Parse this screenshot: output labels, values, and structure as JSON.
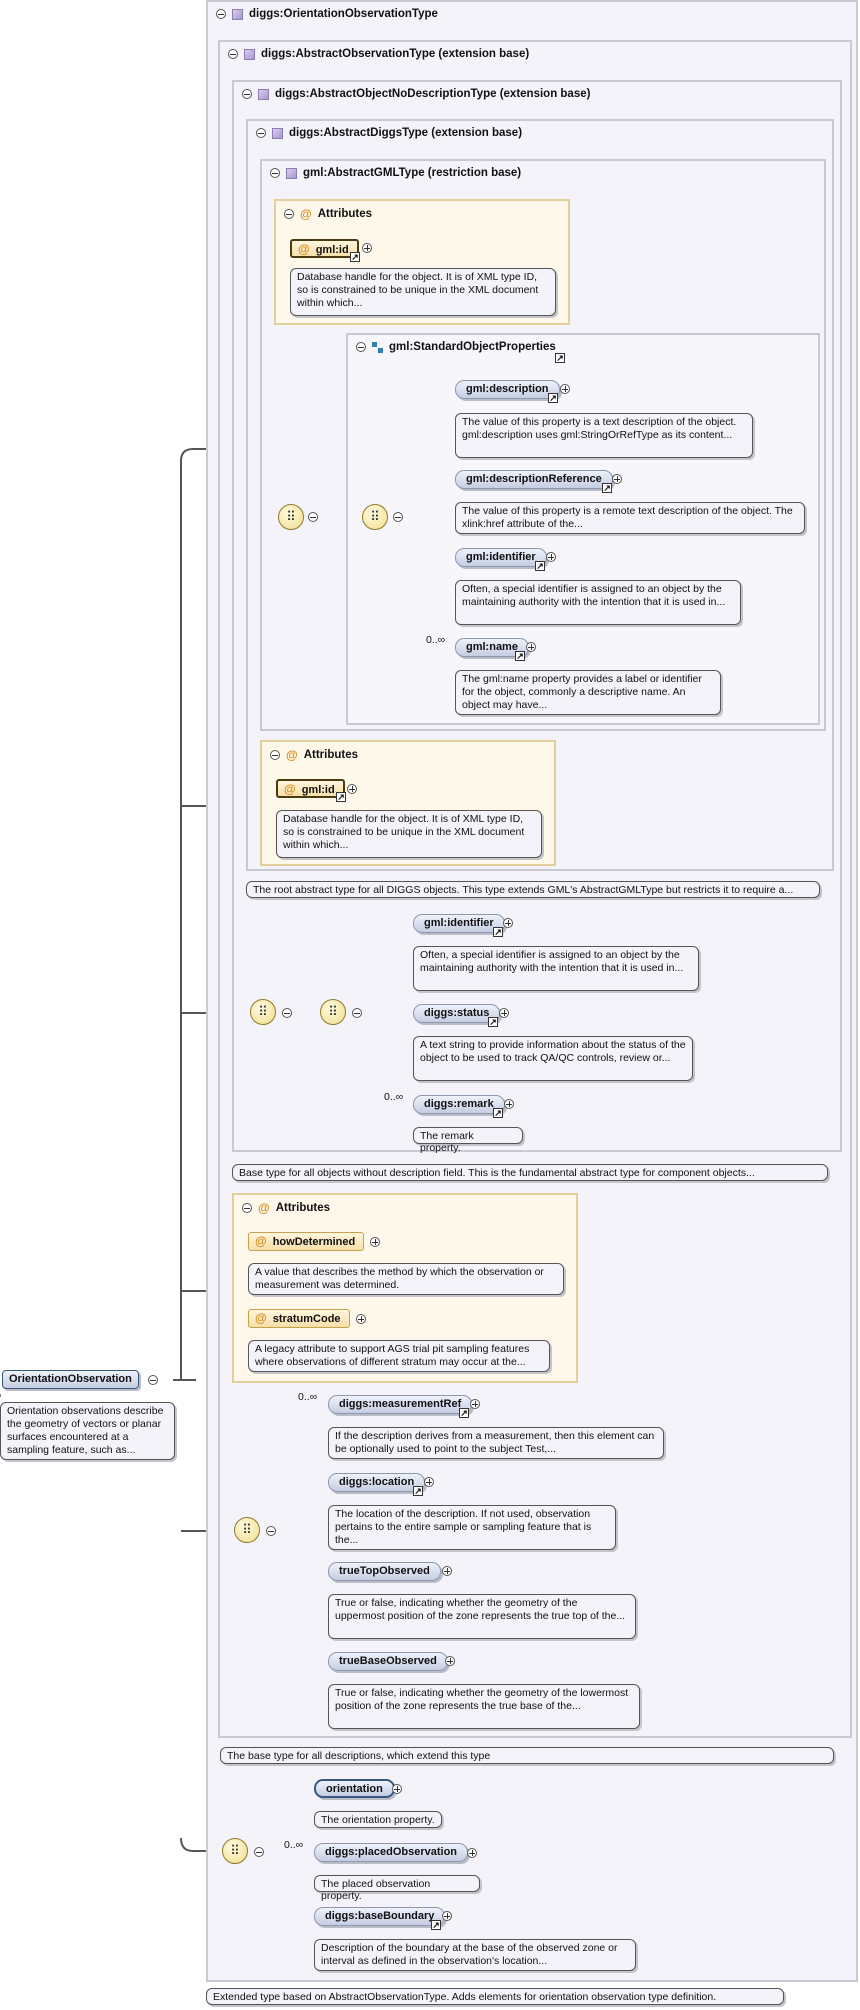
{
  "root_type": {
    "name": "diggs:OrientationObservationType",
    "doc": "Extended type based on AbstractObservationType. Adds elements for orientation observation type definition."
  },
  "ext1": {
    "name": "diggs:AbstractObservationType (extension base)",
    "doc": "The base type for all descriptions, which extend this type"
  },
  "ext2": {
    "name": "diggs:AbstractObjectNoDescriptionType (extension base)",
    "doc": "Base type for all objects without description field. This is the fundamental abstract type for component objects..."
  },
  "ext3": {
    "name": "diggs:AbstractDiggsType (extension base)",
    "doc": "The root abstract type for all DIGGS objects. This type extends GML's AbstractGMLType but restricts it to require a..."
  },
  "ext4": {
    "name": "gml:AbstractGMLType (restriction base)"
  },
  "attr_label": "Attributes",
  "gml_attrs": {
    "name": "gml:id",
    "doc": "Database handle for the object. It is of XML type ID, so is constrained to be unique in the XML document within which..."
  },
  "diggs_attrs": {
    "name": "gml:id",
    "doc": "Database handle for the object. It is of XML type ID, so is constrained to be unique in the XML document within which..."
  },
  "std_props": {
    "name": "gml:StandardObjectProperties",
    "items": [
      {
        "name": "gml:description",
        "doc": "The value of this property is a text description of the object. gml:description uses gml:StringOrRefType as its content..."
      },
      {
        "name": "gml:descriptionReference",
        "doc": "The value of this property is a remote text description of the object. The xlink:href attribute of the..."
      },
      {
        "name": "gml:identifier",
        "doc": "Often, a special identifier is assigned to an object by the maintaining authority with the intention that it is used in..."
      },
      {
        "name": "gml:name",
        "card": "0..∞",
        "doc": "The gml:name property provides a label or identifier for the object, commonly a descriptive name. An object may have..."
      }
    ]
  },
  "nodesc_items": [
    {
      "name": "gml:identifier",
      "doc": "Often, a special identifier is assigned to an object by the maintaining authority with the intention that it is used in..."
    },
    {
      "name": "diggs:status",
      "doc": "A text string to provide information about the status of the object to be used to track QA/QC controls, review or..."
    },
    {
      "name": "diggs:remark",
      "card": "0..∞",
      "doc": "The remark property."
    }
  ],
  "obs_attrs": [
    {
      "name": "howDetermined",
      "doc": "A value that describes the method by which the observation or measurement was determined."
    },
    {
      "name": "stratumCode",
      "doc": "A legacy attribute to support AGS trial pit sampling features where observations of different stratum may occur at the..."
    }
  ],
  "obs_items": [
    {
      "name": "diggs:measurementRef",
      "card": "0..∞",
      "doc": "If the description derives from a measurement, then this element can be optionally used to point to the subject Test,..."
    },
    {
      "name": "diggs:location",
      "doc": "The location of the description. If not used, observation pertains to the entire sample or sampling feature that is the..."
    },
    {
      "name": "trueTopObserved",
      "doc": "True or false, indicating whether the geometry of the uppermost position of the zone represents the true top of the..."
    },
    {
      "name": "trueBaseObserved",
      "doc": "True or false, indicating whether the geometry of the lowermost position of the zone represents the true base of the..."
    }
  ],
  "orient_items": [
    {
      "name": "orientation",
      "doc": "The orientation property."
    },
    {
      "name": "diggs:placedObservation",
      "card": "0..∞",
      "doc": "The placed observation property."
    },
    {
      "name": "diggs:baseBoundary",
      "doc": "Description of the boundary at the base of the observed zone or interval as defined in the observation's location..."
    }
  ],
  "root_element": {
    "name": "OrientationObservation",
    "doc": "Orientation observations describe the geometry of vectors or planar surfaces encountered at a sampling feature, such as..."
  },
  "icons": {
    "sequence": "sequence-icon",
    "expand": "plus-icon",
    "collapse": "minus-icon",
    "link": "link-arrow-icon",
    "type": "complex-type-icon",
    "attribute": "at-icon",
    "group": "group-icon"
  }
}
